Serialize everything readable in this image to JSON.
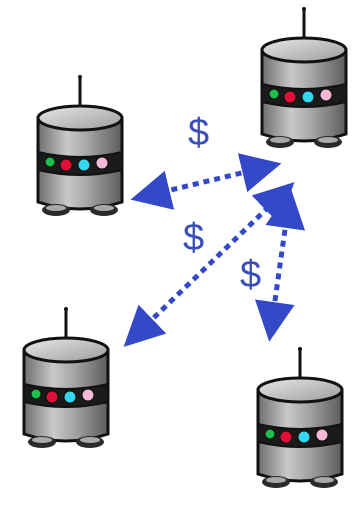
{
  "labels": {
    "price_top": "$",
    "price_middle": "$",
    "price_right": "$"
  },
  "colors": {
    "background": "#ffffff",
    "robot_body": "#9a9a9a",
    "robot_outline": "#111111",
    "robot_band": "#1a1a1a",
    "arrow": "#3349c7",
    "dollar": "#3a4fb8",
    "lights": [
      "#1bbf4a",
      "#e0103a",
      "#33d8f0",
      "#f3b8d6"
    ]
  },
  "robots": [
    {
      "id": "top-left"
    },
    {
      "id": "top-right"
    },
    {
      "id": "bottom-left"
    },
    {
      "id": "bottom-right"
    }
  ]
}
